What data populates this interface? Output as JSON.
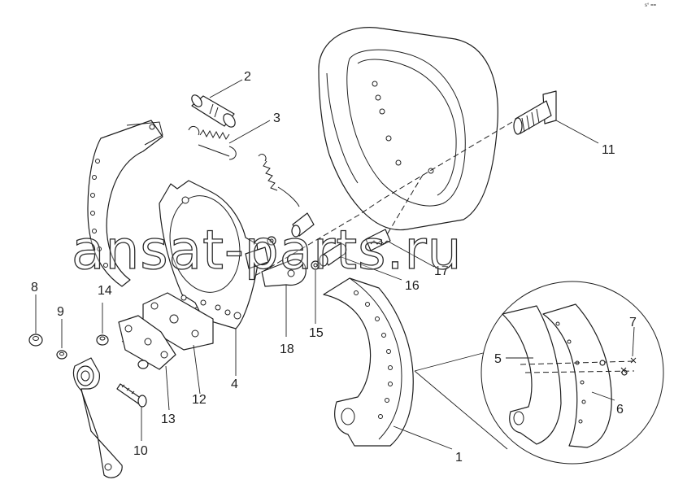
{
  "corner_mark": "s° ==",
  "watermark": "ansat-parts.ru",
  "callouts": {
    "c1": "1",
    "c2": "2",
    "c3": "3",
    "c4": "4",
    "c5": "5",
    "c6": "6",
    "c7": "7",
    "c8": "8",
    "c9": "9",
    "c10": "10",
    "c11": "11",
    "c12": "12",
    "c13": "13",
    "c14": "14",
    "c15": "15",
    "c16": "16",
    "c17": "17",
    "c18": "18"
  }
}
